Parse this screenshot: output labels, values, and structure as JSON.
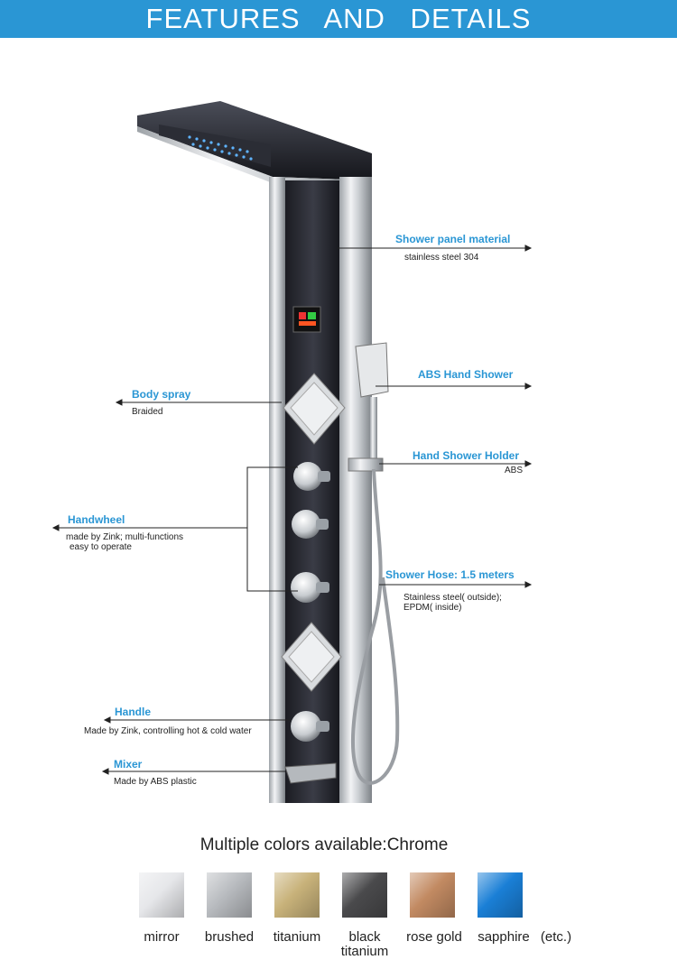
{
  "banner": {
    "title": "FEATURES AND DETAILS"
  },
  "callouts": {
    "panel_material": {
      "title": "Shower panel material",
      "detail": "stainless steel 304"
    },
    "hand_shower": {
      "title": "ABS Hand Shower"
    },
    "holder": {
      "title": "Hand Shower Holder",
      "detail": "ABS"
    },
    "hose": {
      "title": "Shower Hose: 1.5 meters",
      "detail_1": "Stainless steel( outside);",
      "detail_2": "EPDM( inside)"
    },
    "body_spray": {
      "title": "Body spray",
      "detail": "Braided"
    },
    "handwheel": {
      "title": "Handwheel",
      "detail_1": "made by Zink;  multi-functions",
      "detail_2": "easy to operate"
    },
    "handle": {
      "title": "Handle",
      "detail": "Made by Zink, controlling hot & cold water"
    },
    "mixer": {
      "title": "Mixer",
      "detail": "Made by ABS plastic"
    }
  },
  "colors": {
    "title": "Multiple colors available:Chrome",
    "etc": "(etc.)",
    "swatches": [
      {
        "label": "mirror",
        "label_2": "",
        "color": "#e6e7ea"
      },
      {
        "label": "brushed",
        "label_2": "",
        "color": "#b8bbbf"
      },
      {
        "label": "titanium",
        "label_2": "",
        "color": "#c8b27a"
      },
      {
        "label": "black",
        "label_2": "titanium",
        "color": "#4a4a4c"
      },
      {
        "label": "rose gold",
        "label_2": "",
        "color": "#c28a62"
      },
      {
        "label": "sapphire",
        "label_2": "",
        "color": "#1a7fd6"
      }
    ]
  },
  "accent_color": "#2a96d4"
}
